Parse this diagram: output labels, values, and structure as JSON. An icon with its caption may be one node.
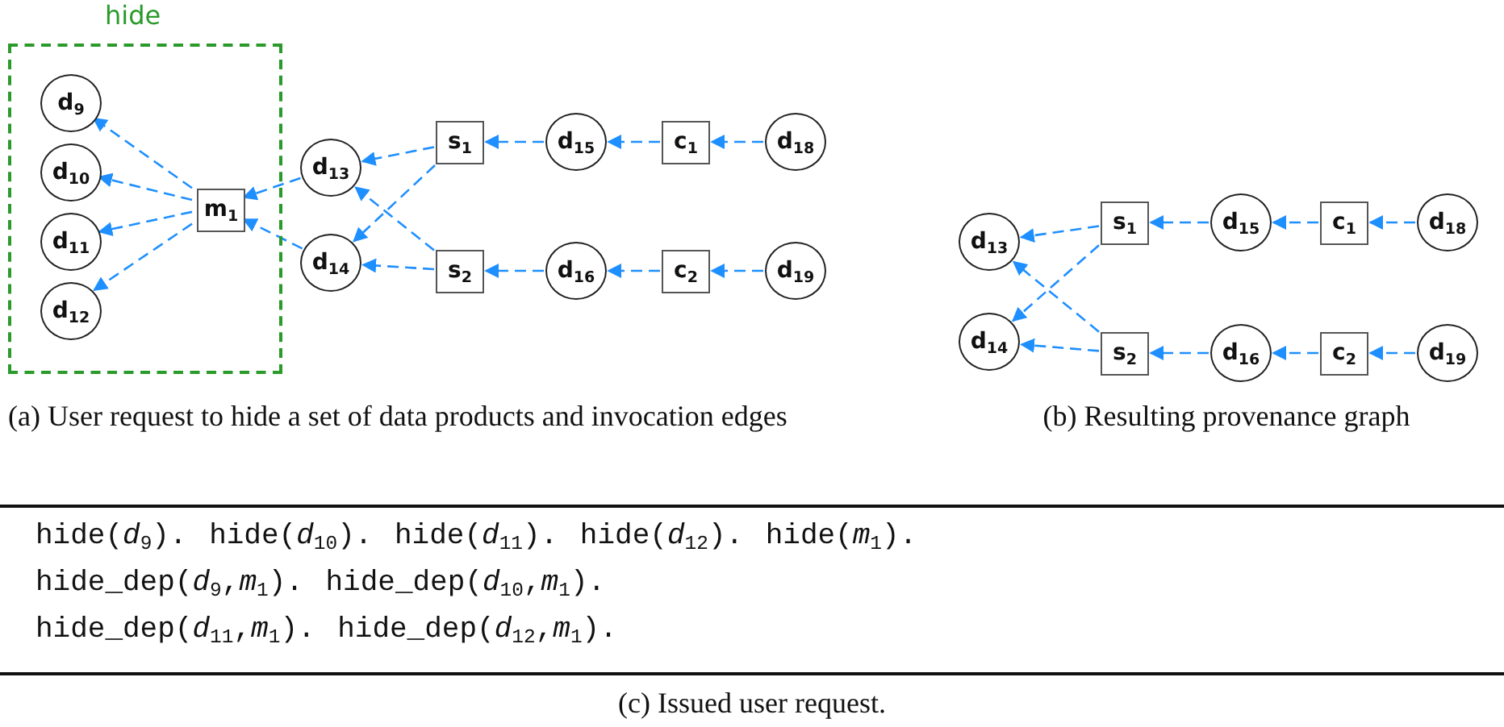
{
  "diagram": {
    "nodes": [
      {
        "text": [
          "hide"
        ]
      },
      {
        "text": [
          "d$_{9}$"
        ],
        "in": 0
      },
      {
        "text": [
          "d$_{10}$"
        ],
        "in": 0
      },
      {
        "text": [
          "d$_{11}$"
        ],
        "in": 0
      },
      {
        "text": [
          "d$_{12}$"
        ],
        "in": 0
      },
      {
        "text": [
          "m$_{1}$"
        ],
        "in": 0
      },
      {
        "text": [
          "d$_{13}$"
        ]
      },
      {
        "text": [
          "d$_{14}$"
        ]
      },
      {
        "text": [
          "s$_{1}$"
        ]
      },
      {
        "text": [
          "s$_{2}$"
        ]
      },
      {
        "text": [
          "d$_{15}$"
        ]
      },
      {
        "text": [
          "c$_{1}$"
        ]
      },
      {
        "text": [
          "d$_{18}$"
        ]
      },
      {
        "text": [
          "d$_{16}$"
        ]
      },
      {
        "text": [
          "c$_{2}$"
        ]
      },
      {
        "text": [
          "d$_{19}$"
        ]
      },
      {
        "text": [
          "d$_{13}$"
        ]
      },
      {
        "text": [
          "d$_{14}$"
        ]
      },
      {
        "text": [
          "s$_{1}$"
        ]
      },
      {
        "text": [
          "s$_{2}$"
        ]
      },
      {
        "text": [
          "d$_{15}$"
        ]
      },
      {
        "text": [
          "c$_{1}$"
        ]
      },
      {
        "text": [
          "d$_{18}$"
        ]
      },
      {
        "text": [
          "d$_{16}$"
        ]
      },
      {
        "text": [
          "c$_{2}$"
        ]
      },
      {
        "text": [
          "d$_{19}$"
        ]
      }
    ],
    "edges": [
      {
        "from": 5,
        "to": 1,
        "arrow": "to"
      },
      {
        "from": 5,
        "to": 2,
        "arrow": "to"
      },
      {
        "from": 5,
        "to": 3,
        "arrow": "to"
      },
      {
        "from": 5,
        "to": 4,
        "arrow": "to"
      },
      {
        "from": 6,
        "to": 5,
        "arrow": "to"
      },
      {
        "from": 7,
        "to": 5,
        "arrow": "to"
      },
      {
        "from": 8,
        "to": 6,
        "arrow": "to"
      },
      {
        "from": 8,
        "to": 7,
        "arrow": "to"
      },
      {
        "from": 9,
        "to": 6,
        "arrow": "to"
      },
      {
        "from": 9,
        "to": 7,
        "arrow": "to"
      },
      {
        "from": 10,
        "to": 8,
        "arrow": "to"
      },
      {
        "from": 11,
        "to": 10,
        "arrow": "to"
      },
      {
        "from": 12,
        "to": 11,
        "arrow": "to"
      },
      {
        "from": 13,
        "to": 9,
        "arrow": "to"
      },
      {
        "from": 14,
        "to": 13,
        "arrow": "to"
      },
      {
        "from": 15,
        "to": 14,
        "arrow": "to"
      },
      {
        "from": 18,
        "to": 16,
        "arrow": "to"
      },
      {
        "from": 18,
        "to": 17,
        "arrow": "to"
      },
      {
        "from": 19,
        "to": 16,
        "arrow": "to"
      },
      {
        "from": 19,
        "to": 17,
        "arrow": "to"
      },
      {
        "from": 20,
        "to": 18,
        "arrow": "to"
      },
      {
        "from": 21,
        "to": 20,
        "arrow": "to"
      },
      {
        "from": 22,
        "to": 21,
        "arrow": "to"
      },
      {
        "from": 23,
        "to": 19,
        "arrow": "to"
      },
      {
        "from": 24,
        "to": 23,
        "arrow": "to"
      },
      {
        "from": 25,
        "to": 24,
        "arrow": "to"
      }
    ],
    "labels": [
      "(a) User request to hide a set of data products and invocation edges",
      "(b) Resulting provenance graph",
      "hide(*d*$_{9}$). hide(*d*$_{10}$). hide(*d*$_{11}$). hide(*d*$_{12}$). hide(*m*$_{1}$).",
      "hide_dep(*d*$_{9}$,*m*$_{1}$). hide_dep(*d*$_{10}$,*m*$_{1}$).",
      "hide_dep(*d*$_{11}$,*m*$_{1}$). hide_dep(*d*$_{12}$,*m*$_{1}$).",
      "(c) Issued user request."
    ]
  }
}
